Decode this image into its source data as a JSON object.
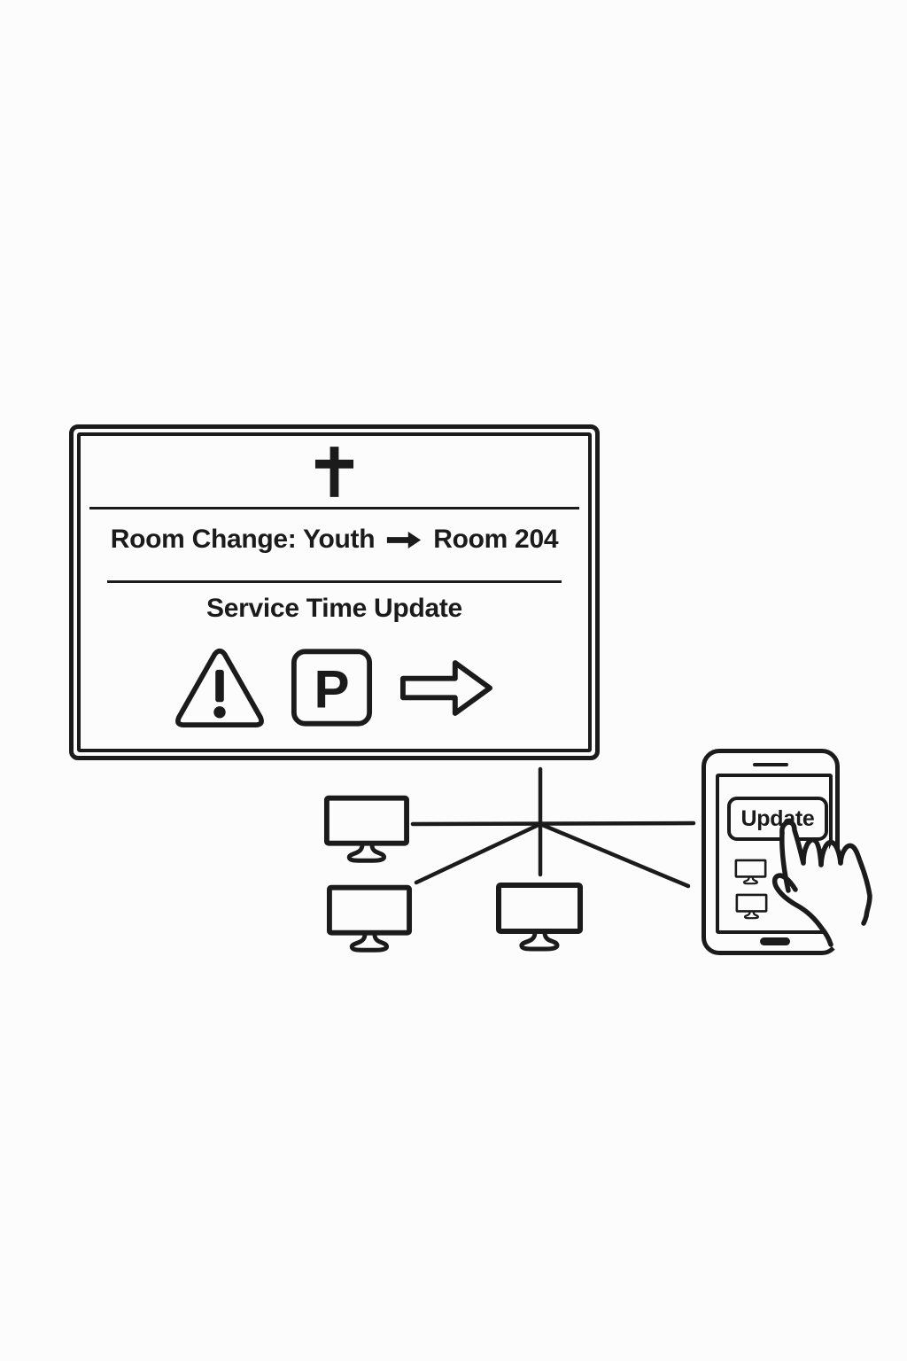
{
  "page": {
    "background_color": "#fcfcfc",
    "line_color": "#1b1b1b"
  },
  "board": {
    "cross_icon": "latin-cross",
    "headline_left": "Room Change: Youth",
    "headline_arrow": "→",
    "headline_right": "Room 204",
    "headline_full": "Room Change: Youth → Room 204",
    "subheadline": "Service Time Update",
    "parking_letter": "P",
    "icons": [
      "warning-triangle",
      "parking-sign",
      "arrow-right"
    ]
  },
  "network": {
    "monitor_count": 3
  },
  "phone": {
    "update_button_label": "Update",
    "screen_icons": [
      "monitor",
      "monitor"
    ]
  }
}
